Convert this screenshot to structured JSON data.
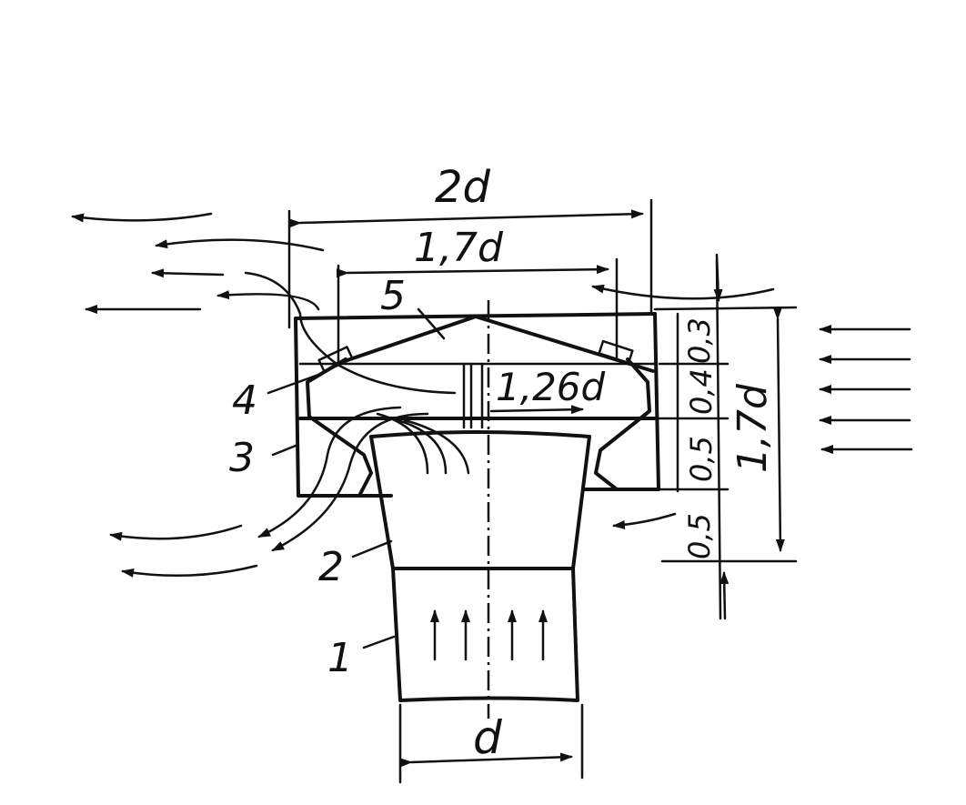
{
  "dimensions": {
    "top_width": "2d",
    "inner_width": "1,7d",
    "center_width": "1,26d",
    "total_height": "1,7d",
    "seg_top": "0,3",
    "seg_mid": "0,4",
    "seg_low": "0,5",
    "seg_bottom": "0,5",
    "pipe_width": "d"
  },
  "parts": [
    "1",
    "2",
    "3",
    "4",
    "5"
  ],
  "colors": {
    "ink": "#111111",
    "paper": "#ffffff"
  }
}
